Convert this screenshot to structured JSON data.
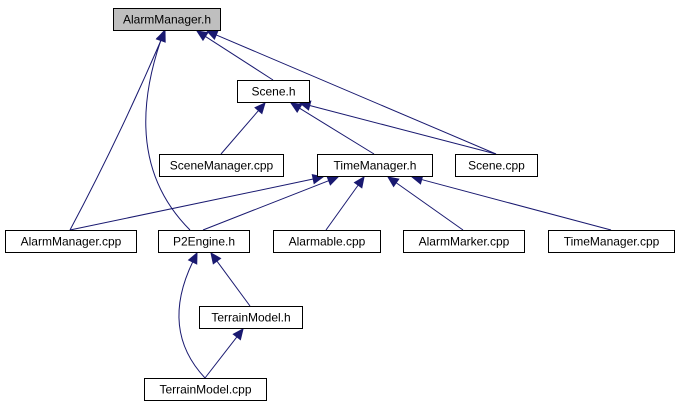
{
  "nodes": [
    {
      "id": "alarmmanager_h",
      "label": "AlarmManager.h",
      "highlight": true
    },
    {
      "id": "scene_h",
      "label": "Scene.h"
    },
    {
      "id": "scenemanager_cpp",
      "label": "SceneManager.cpp"
    },
    {
      "id": "timemanager_h",
      "label": "TimeManager.h"
    },
    {
      "id": "scene_cpp",
      "label": "Scene.cpp"
    },
    {
      "id": "alarmmanager_cpp",
      "label": "AlarmManager.cpp"
    },
    {
      "id": "p2engine_h",
      "label": "P2Engine.h"
    },
    {
      "id": "alarmable_cpp",
      "label": "Alarmable.cpp"
    },
    {
      "id": "alarmmarker_cpp",
      "label": "AlarmMarker.cpp"
    },
    {
      "id": "timemanager_cpp",
      "label": "TimeManager.cpp"
    },
    {
      "id": "terrainmodel_h",
      "label": "TerrainModel.h"
    },
    {
      "id": "terrainmodel_cpp",
      "label": "TerrainModel.cpp"
    }
  ],
  "edges": [
    {
      "from": "alarmmanager_h",
      "to": "scene_h"
    },
    {
      "from": "alarmmanager_h",
      "to": "scene_cpp"
    },
    {
      "from": "alarmmanager_h",
      "to": "alarmmanager_cpp"
    },
    {
      "from": "alarmmanager_h",
      "to": "p2engine_h"
    },
    {
      "from": "scene_h",
      "to": "scenemanager_cpp"
    },
    {
      "from": "scene_h",
      "to": "timemanager_h"
    },
    {
      "from": "scene_h",
      "to": "scene_cpp"
    },
    {
      "from": "timemanager_h",
      "to": "alarmmanager_cpp"
    },
    {
      "from": "timemanager_h",
      "to": "p2engine_h"
    },
    {
      "from": "timemanager_h",
      "to": "alarmable_cpp"
    },
    {
      "from": "timemanager_h",
      "to": "alarmmarker_cpp"
    },
    {
      "from": "timemanager_h",
      "to": "timemanager_cpp"
    },
    {
      "from": "p2engine_h",
      "to": "terrainmodel_h"
    },
    {
      "from": "p2engine_h",
      "to": "terrainmodel_cpp"
    },
    {
      "from": "terrainmodel_h",
      "to": "terrainmodel_cpp"
    }
  ],
  "colors": {
    "edge": "#191970",
    "node_fill": "#ffffff",
    "highlight_fill": "#bfbfbf",
    "border": "#000000"
  }
}
